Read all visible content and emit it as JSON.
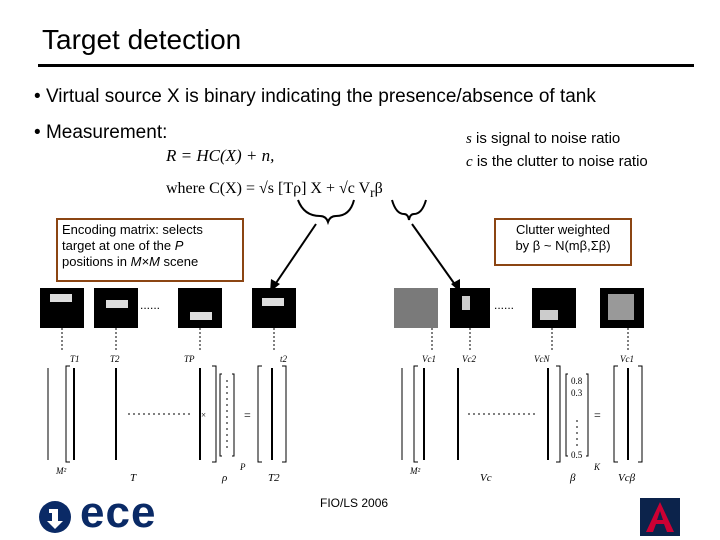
{
  "slide": {
    "title": "Target detection",
    "bullet1": "Virtual source X is binary indicating the presence/absence of tank",
    "bullet2": "Measurement:",
    "eq1": "R = HC(X) + n,",
    "eq2": "where C(X) = √s [Tρ] X + √c V",
    "eq2_sub": "r",
    "eq2_tail": "β",
    "note_s_var": "s",
    "note_s_text": " is signal to noise ratio",
    "note_c_var": "c",
    "note_c_text": " is the clutter to noise ratio",
    "left_box": {
      "line1": "Encoding matrix: selects",
      "line2_pre": "target at one of the ",
      "line2_var": "P",
      "line3_pre": "positions in ",
      "line3_var": "M×M",
      "line3_post": " scene"
    },
    "right_box": {
      "line1": "Clutter weighted",
      "line2": "by β ~ N(mβ,Σβ)"
    },
    "footer": "FIO/LS 2006",
    "logo_text": "ece"
  },
  "diagram": {
    "left": {
      "col_labels": [
        "T1",
        "T2",
        "TP"
      ],
      "result_label": "t2",
      "matrix_label": "T",
      "vector_label": "ρ",
      "result_bottom": "T2",
      "rows_label": "M²",
      "p_label": "P"
    },
    "right": {
      "col_labels": [
        "Vc1",
        "Vc2",
        "VcN"
      ],
      "result_label": "Vc1",
      "matrix_label": "Vc",
      "vector_label": "β",
      "result_bottom": "Vcβ",
      "rows_label": "M²",
      "k_label": "K",
      "beta_values": [
        "0.8",
        "0.3",
        "0.5"
      ]
    },
    "dots": "......"
  }
}
